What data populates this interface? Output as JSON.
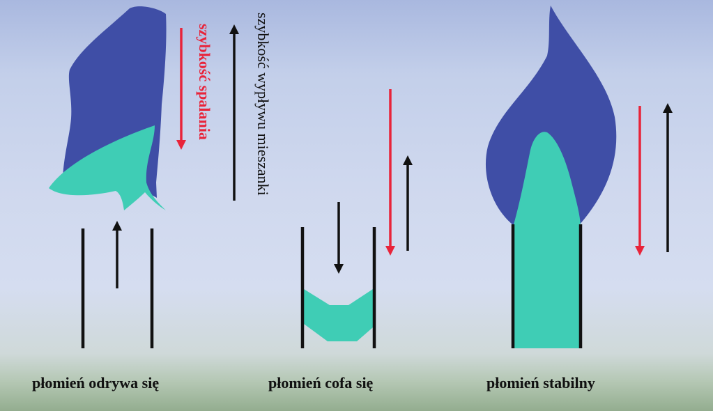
{
  "labels": {
    "burning_speed": "szybkość spalania",
    "outflow_speed": "szybkość wypływu mieszanki"
  },
  "captions": {
    "detaches": "płomień odrywa się",
    "flashback": "płomień cofa się",
    "stable": "płomień stabilny"
  },
  "colors": {
    "outer_flame": "#3f4ea6",
    "inner_cone": "#3fcdb5",
    "burning_arrow": "#e8243a",
    "flow_arrow": "#111111",
    "tube": "#111111"
  }
}
